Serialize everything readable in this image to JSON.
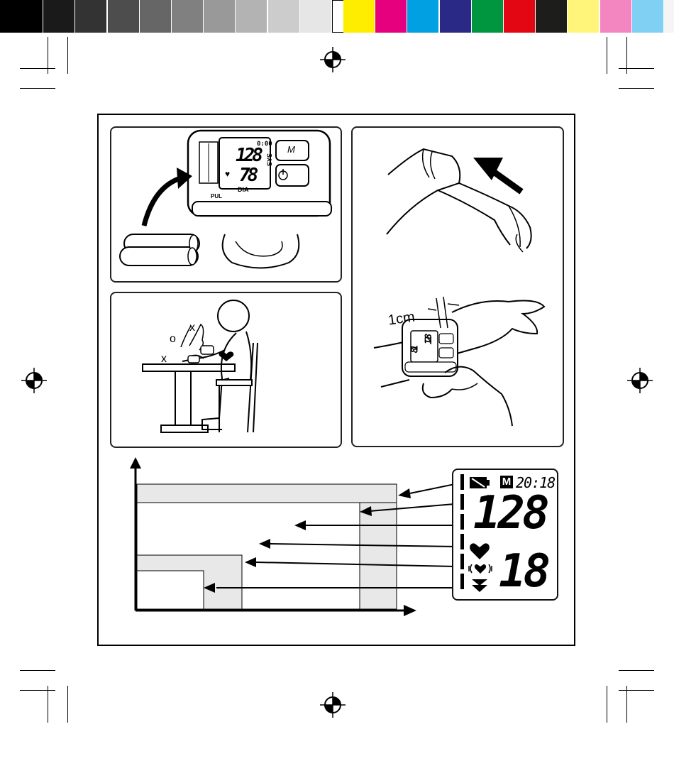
{
  "color_bar": {
    "grays": [
      "#000000",
      "#1a1a1a",
      "#333333",
      "#4d4d4d",
      "#666666",
      "#808080",
      "#999999",
      "#b3b3b3",
      "#cccccc",
      "#e6e6e6",
      "#ffffff"
    ],
    "colors": [
      "#ffed00",
      "#e6007e",
      "#00a0e3",
      "#2a2a86",
      "#00963f",
      "#e30613",
      "#1d1d1b",
      "#fff57a",
      "#f386c0",
      "#7fd0f2",
      "#f5f5f5"
    ]
  },
  "panel_battery": {
    "device_time": "0:00",
    "device_sys": "128",
    "device_dia": "78",
    "label_dia": "DIA",
    "label_sys": "SYS",
    "button_m": "M",
    "brand": "PUL"
  },
  "panel_fitting": {
    "distance_label": "1cm",
    "device_sys": "128",
    "device_dia": "81"
  },
  "panel_posture": {
    "correct_mark": "o",
    "wrong_mark_top": "x",
    "wrong_mark_bottom": "x"
  },
  "display": {
    "memory_label": "M",
    "time": "20:18",
    "systolic": "128",
    "diastolic": "18"
  },
  "colors": {
    "zone_fill": "#e8e8e8",
    "line": "#000000"
  }
}
